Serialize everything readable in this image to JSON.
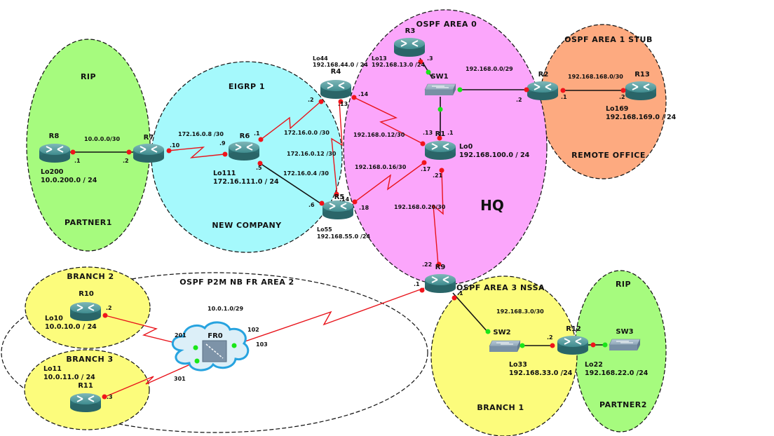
{
  "zones": {
    "rip_partner1": {
      "title": "RIP",
      "subtitle": "PARTNER1",
      "color": "#a6fb7e"
    },
    "eigrp": {
      "title": "EIGRP 1",
      "subtitle": "NEW COMPANY",
      "color": "#a5f9fc"
    },
    "ospf_area0": {
      "title": "OSPF AREA 0",
      "subtitle": "HQ",
      "color": "#fba6fb"
    },
    "ospf_area1": {
      "title": "OSPF AREA 1 STUB",
      "subtitle": "REMOTE OFFICE",
      "color": "#fdaa80"
    },
    "ospf_area2": {
      "title": "OSPF P2M NB FR AREA 2"
    },
    "branch2": {
      "title": "BRANCH 2",
      "color": "#fcfc7c"
    },
    "branch3": {
      "title": "BRANCH 3",
      "color": "#fcfc7c"
    },
    "ospf_area3": {
      "title": "OSPF AREA 3 NSSA",
      "subtitle": "BRANCH 1",
      "color": "#fcfc7c"
    },
    "rip_partner2": {
      "title": "RIP",
      "subtitle": "PARTNER2",
      "color": "#a6fb7e"
    }
  },
  "devices": {
    "R1": {
      "name": "R1",
      "loopback": "Lo0",
      "loopback_net": "192.168.100.0 / 24"
    },
    "R2": {
      "name": "R2"
    },
    "R3": {
      "name": "R3",
      "loopback": "Lo13",
      "loopback_net": "192.168.13.0  /24"
    },
    "R4": {
      "name": "R4",
      "loopback": "Lo44",
      "loopback_net": "192.168.44.0 / 24"
    },
    "R5": {
      "name": "R5",
      "loopback": "Lo55",
      "loopback_net": "192.168.55.0 /24"
    },
    "R6": {
      "name": "R6",
      "loopback": "Lo111",
      "loopback_net": "172.16.111.0 / 24"
    },
    "R7": {
      "name": "R7"
    },
    "R8": {
      "name": "R8",
      "loopback": "Lo200",
      "loopback_net": "10.0.200.0 / 24"
    },
    "R9": {
      "name": "R9"
    },
    "R10": {
      "name": "R10",
      "loopback": "Lo10",
      "loopback_net": "10.0.10.0 / 24"
    },
    "R11": {
      "name": "R11",
      "loopback": "Lo11",
      "loopback_net": "10.0.11.0 / 24"
    },
    "R12": {
      "name": "R12",
      "loopback": "Lo22",
      "loopback_net": "192.168.22.0 /24"
    },
    "R13": {
      "name": "R13",
      "loopback": "Lo169",
      "loopback_net": "192.168.169.0 / 24"
    },
    "SW1": {
      "name": "SW1"
    },
    "SW2": {
      "name": "SW2",
      "loopback": "Lo33",
      "loopback_net": "192.168.33.0 /24"
    },
    "SW3": {
      "name": "SW3"
    },
    "FR0": {
      "name": "FR0"
    }
  },
  "networks": {
    "r8_r7": "10.0.0.0/30",
    "r7_r6": "172.16.0.8 /30",
    "r6_r4": "172.16.0.0 /30",
    "r4_r5": "172.16.0.12 /30",
    "r6_r5": "172.16.0.4 /30",
    "r4_r1": "192.168.0.12/30",
    "r5_r1": "192.168.0.16/30",
    "r1_r9": "192.168.0.20/30",
    "sw1_lan": "192.168.0.0/29",
    "r2_r13": "192.168.168.0/30",
    "fr_cloud": "10.0.1.0/29",
    "r9_sw2": "192.168.3.0/30"
  },
  "interfaces": {
    "r8_r7_r8": ".1",
    "r8_r7_r7": ".2",
    "r7_r6_r7": ".10",
    "r7_r6_r6": ".9",
    "r6_r4_r6": ".1",
    "r6_r4_r4": ".2",
    "r4_r5_r4": ".13",
    "r4_r5_r5": ".14",
    "r6_r5_r6": ".5",
    "r6_r5_r5": ".6",
    "r4_r1_r4": ".14",
    "r4_r1_r1": ".13",
    "r5_r1_r5": ".18",
    "r5_r1_r1": ".17",
    "r1_sw1": ".1",
    "r3_sw1": ".3",
    "r2_sw1": ".2",
    "r1_r9_r1": ".21",
    "r1_r9_r9": ".22",
    "r2_r13_r2": ".1",
    "r2_r13_r13": ".2",
    "r9_fr": ".1",
    "r10_fr": ".2",
    "r11_fr": ".3",
    "r9_sw2": ".1",
    "r12_sw2": ".2"
  },
  "dlci": {
    "r10": "201",
    "r11": "301",
    "r9_a": "102",
    "r9_b": "103"
  }
}
